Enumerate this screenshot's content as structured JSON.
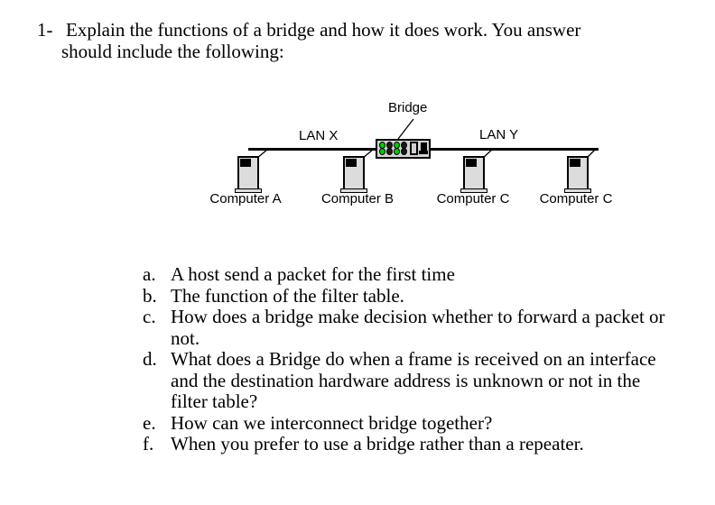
{
  "page": {
    "background_color": "#ffffff",
    "text_color": "#000000"
  },
  "question": {
    "number": "1-",
    "text": "Explain the functions of a bridge and how it does work. You answer should include the following:"
  },
  "diagram": {
    "bridge_label": "Bridge",
    "lan_x_label": "LAN X",
    "lan_y_label": "LAN Y",
    "computers": [
      {
        "label": "Computer A"
      },
      {
        "label": "Computer B"
      },
      {
        "label": "Computer C"
      },
      {
        "label": "Computer C"
      }
    ],
    "icons": [
      "bridge-device-icon",
      "led-icon",
      "port-icon",
      "computer-tower-icon"
    ],
    "colors": {
      "bus_line": "#000000",
      "device_fill": "#d4d4d4",
      "computer_fill": "#dcdcdc",
      "led_green": "#00cc00",
      "led_black": "#1a1a1a"
    }
  },
  "question_list": {
    "items": [
      {
        "letter": "a.",
        "text": "A host send a packet for the first time"
      },
      {
        "letter": "b.",
        "text": "The function of the filter table."
      },
      {
        "letter": "c.",
        "text": "How does a bridge make decision whether to forward a packet or not."
      },
      {
        "letter": "d.",
        "text": "What does a Bridge do when a frame is received on an interface and the destination hardware address is unknown or not in the filter table?"
      },
      {
        "letter": "e.",
        "text": "How can we interconnect bridge together?"
      },
      {
        "letter": "f.",
        "text": "When you prefer to use a bridge rather than a repeater."
      }
    ]
  }
}
